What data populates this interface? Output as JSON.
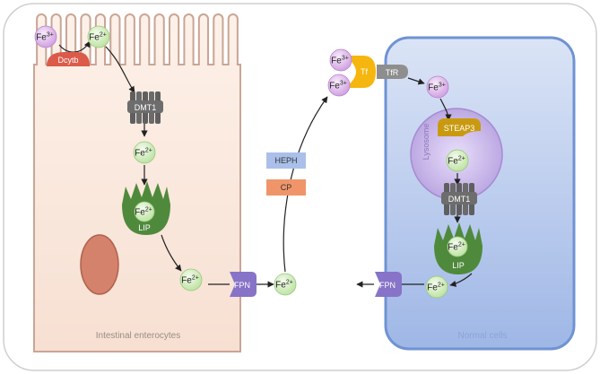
{
  "ions": {
    "fe3": {
      "base": "Fe",
      "sup": "3+"
    },
    "fe2": {
      "base": "Fe",
      "sup": "2+"
    }
  },
  "proteins": {
    "dcytb": "Dcytb",
    "dmt1": "DMT1",
    "lip": "LIP",
    "fpn": "FPN",
    "heph": "HEPH",
    "cp": "CP",
    "tf": "Tf",
    "tfr": "TfR",
    "steap3": "STEAP3"
  },
  "compartments": {
    "enterocyte": "Intestinal enterocytes",
    "normal_cell": "Normal cells",
    "lysosome": "Lysosome"
  },
  "colors": {
    "fe3_fill": "#d9a8e6",
    "fe2_fill": "#c9eab2",
    "enterocyte_fill": "#fbe9de",
    "enterocyte_stroke": "#c9a595",
    "normal_cell_fill": "#b3c7ea",
    "normal_cell_stroke": "#6b8fd0",
    "lysosome_fill": "#c9b8e6",
    "dcytb": "#d9584a",
    "dmt1": "#6b6b6b",
    "lip": "#4f8a3c",
    "fpn": "#8773c7",
    "heph": "#aac0ea",
    "cp": "#f0956a",
    "tf": "#f5b60f",
    "tfr": "#8c8c8c",
    "steap3": "#c99a10",
    "nucleus": "#d4826b"
  }
}
